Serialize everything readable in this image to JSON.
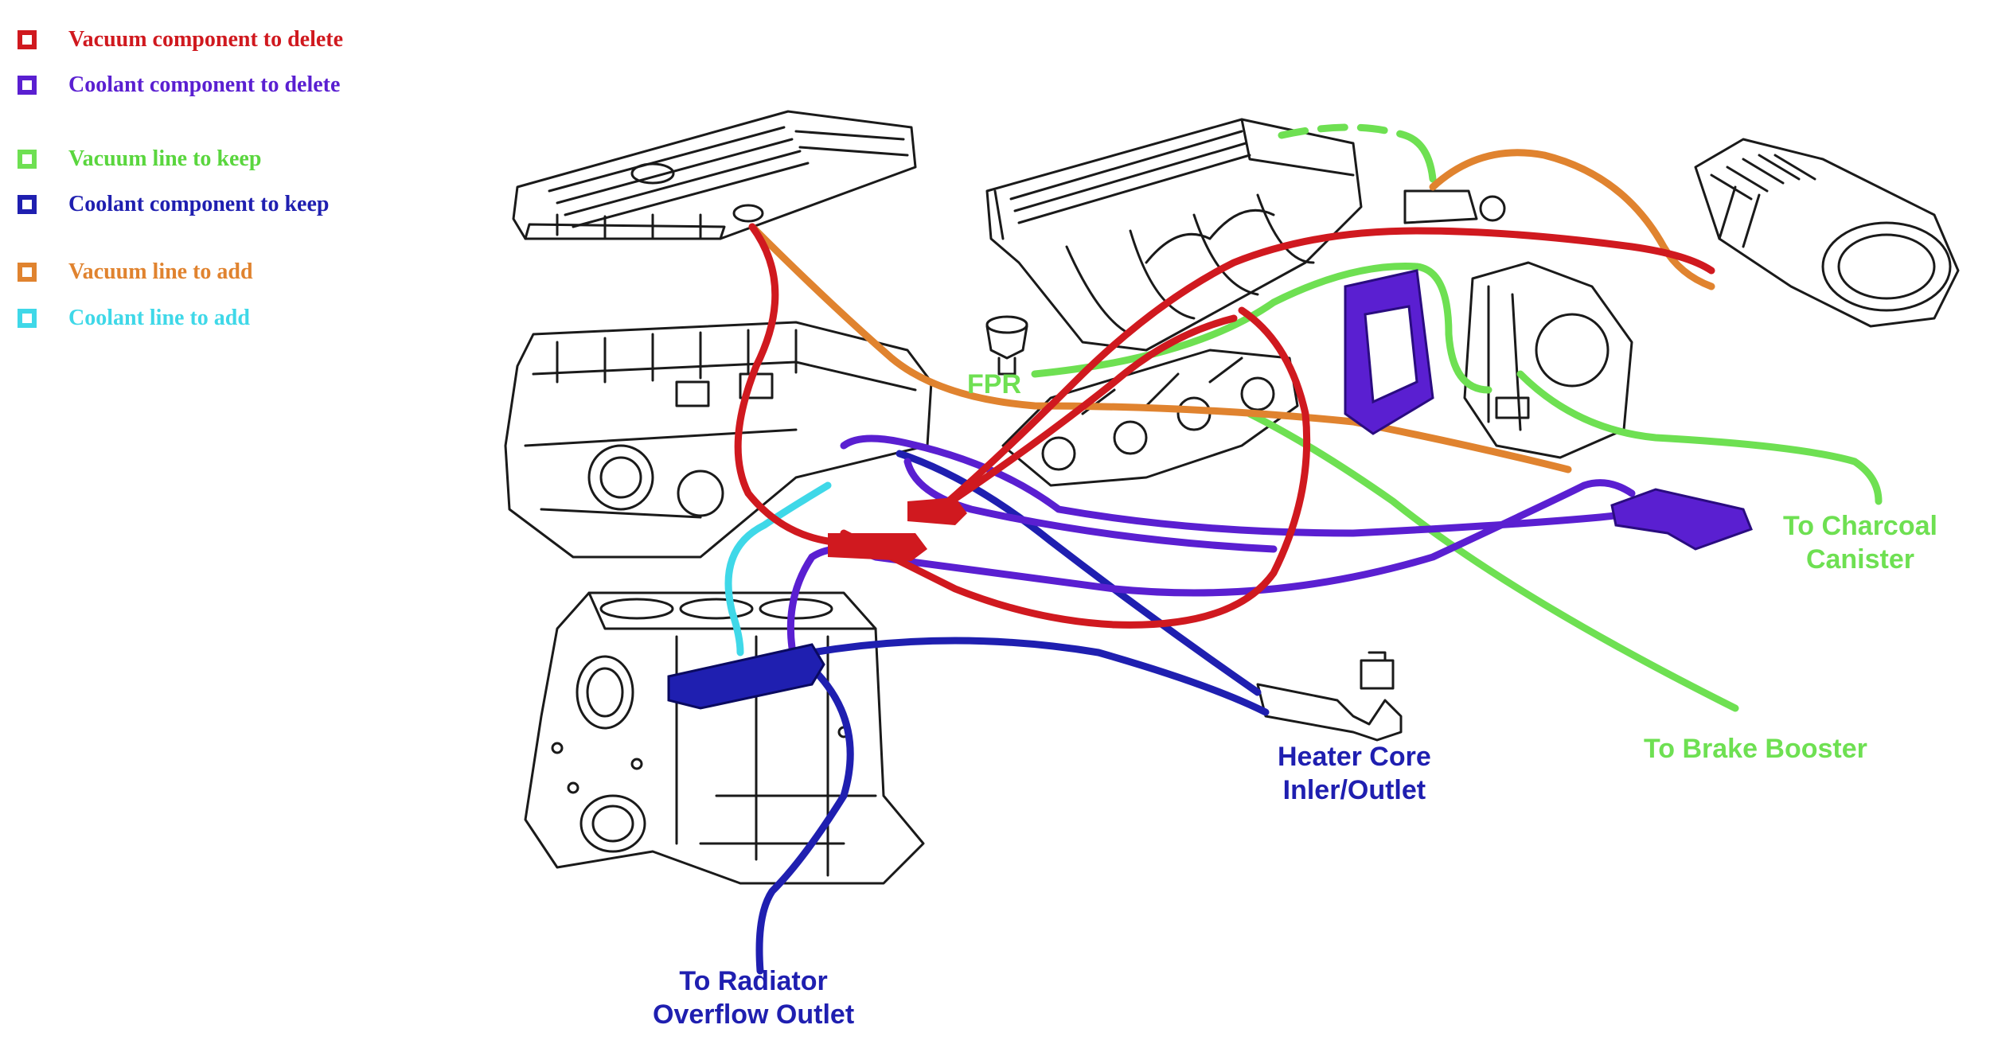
{
  "colors": {
    "vacuum_delete": "#d0191f",
    "coolant_delete": "#5a1fd1",
    "vacuum_keep": "#6ee052",
    "coolant_keep": "#1f1fb0",
    "vacuum_add": "#e0832f",
    "coolant_add": "#3fd8e8",
    "outline": "#1a1a1a"
  },
  "legend": [
    {
      "label": "Vacuum component to delete",
      "color": "#d0191f"
    },
    {
      "label": "Coolant component to delete",
      "color": "#5a1fd1"
    },
    {
      "label": "Vacuum line to keep",
      "color": "#6ee052"
    },
    {
      "label": "Coolant component to keep",
      "color": "#1f1fb0"
    },
    {
      "label": "Vacuum line to add",
      "color": "#e0832f"
    },
    {
      "label": "Coolant line to add",
      "color": "#3fd8e8"
    }
  ],
  "labels": {
    "fpr": "FPR",
    "charcoal_canister": [
      "To Charcoal",
      "Canister"
    ],
    "brake_booster": "To Brake Booster",
    "heater_core": [
      "Heater Core",
      "Inler/Outlet"
    ],
    "radiator": [
      "To Radiator",
      "Overflow Outlet"
    ]
  }
}
